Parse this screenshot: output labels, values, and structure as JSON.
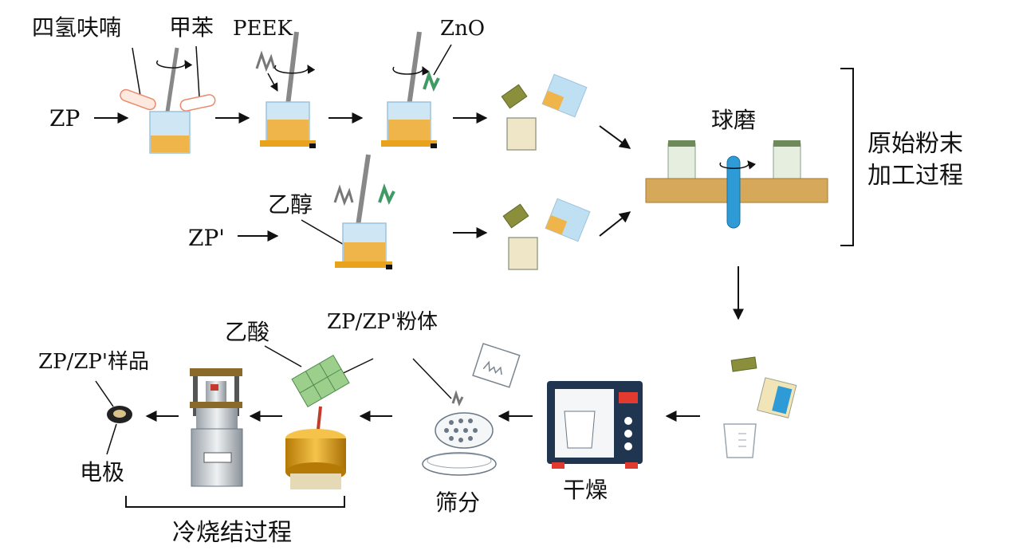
{
  "labels": {
    "thf": "四氢呋喃",
    "toluene": "甲苯",
    "peek": "PEEK",
    "zno": "ZnO",
    "zp": "ZP",
    "zp_prime": "ZP'",
    "ethanol": "乙醇",
    "ball_mill": "球磨",
    "raw_powder_line1": "原始粉末",
    "raw_powder_line2": "加工过程",
    "acetic_acid": "乙酸",
    "powder": "ZP/ZP'粉体",
    "sample": "ZP/ZP'样品",
    "electrode": "电极",
    "sieving": "筛分",
    "drying": "干燥",
    "cold_sintering": "冷烧结过程"
  },
  "colors": {
    "liquid_blue": "#cfe6f5",
    "liquid_orange": "#f0b54a",
    "hotplate": "#e8a21c",
    "tray_wood": "#d6a85a",
    "powder_green": "#6fae70",
    "mill_blue": "#2f9bd6",
    "oven_frame": "#1f3550",
    "press_gold": "#d79a18"
  }
}
